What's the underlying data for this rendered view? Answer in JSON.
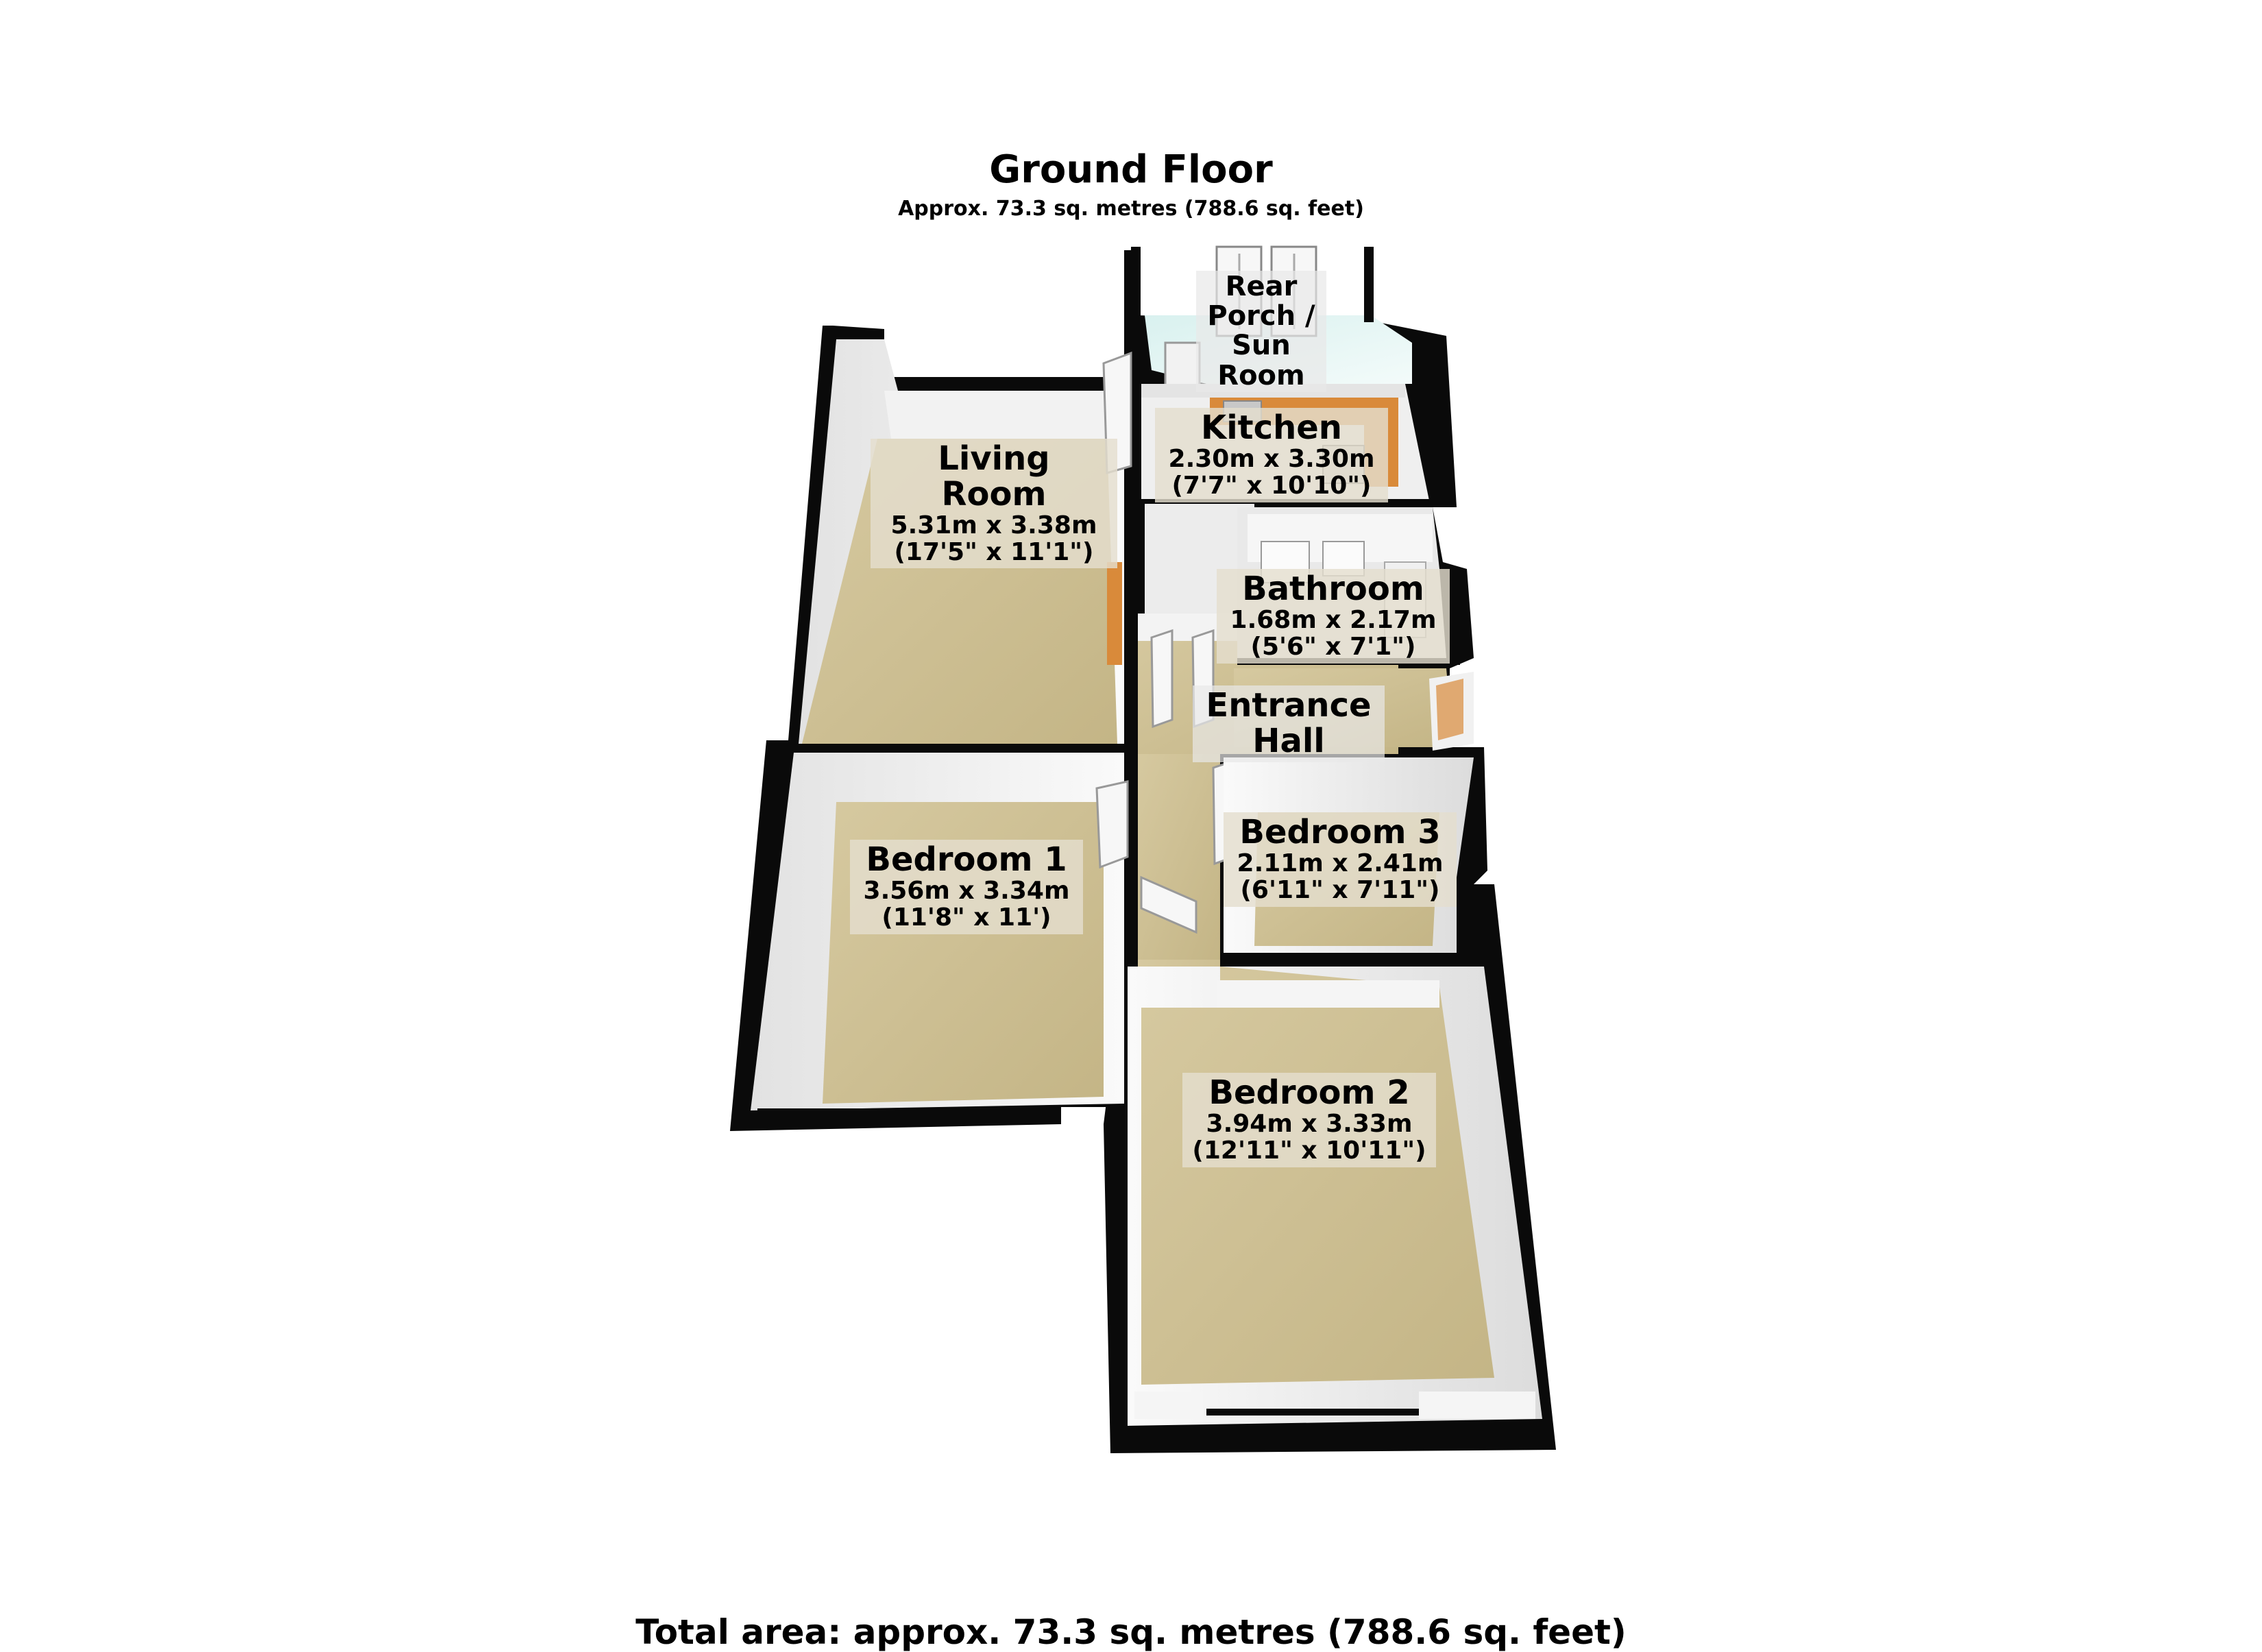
{
  "header": {
    "title": "Ground Floor",
    "subtitle": "Approx. 73.3 sq. metres (788.6 sq. feet)"
  },
  "rooms": {
    "rear_porch": {
      "name_lines": [
        "Rear",
        "Porch /",
        "Sun",
        "Room"
      ]
    },
    "kitchen": {
      "name": "Kitchen",
      "metric": "2.30m x 3.30m",
      "imperial": "(7'7\" x 10'10\")"
    },
    "living_room": {
      "name_lines": [
        "Living",
        "Room"
      ],
      "metric": "5.31m x 3.38m",
      "imperial": "(17'5\" x 11'1\")"
    },
    "bathroom": {
      "name": "Bathroom",
      "metric": "1.68m x 2.17m",
      "imperial": "(5'6\" x 7'1\")"
    },
    "entrance_hall": {
      "name_lines": [
        "Entrance",
        "Hall"
      ]
    },
    "bedroom_1": {
      "name": "Bedroom 1",
      "metric": "3.56m x 3.34m",
      "imperial": "(11'8\" x 11')"
    },
    "bedroom_3": {
      "name": "Bedroom 3",
      "metric": "2.11m x 2.41m",
      "imperial": "(6'11\" x 7'11\")"
    },
    "bedroom_2": {
      "name": "Bedroom 2",
      "metric": "3.94m x 3.33m",
      "imperial": "(12'11\" x 10'11\")"
    }
  },
  "footer": {
    "total_area": "Total area: approx. 73.3 sq. metres (788.6 sq. feet)"
  },
  "colors": {
    "wall": "#0a0a0a",
    "floor_carpet": "#cdbf94",
    "floor_tile": "#e6e6e6",
    "wall_face": "#f4f4f4",
    "worktop": "#d98a3a"
  }
}
